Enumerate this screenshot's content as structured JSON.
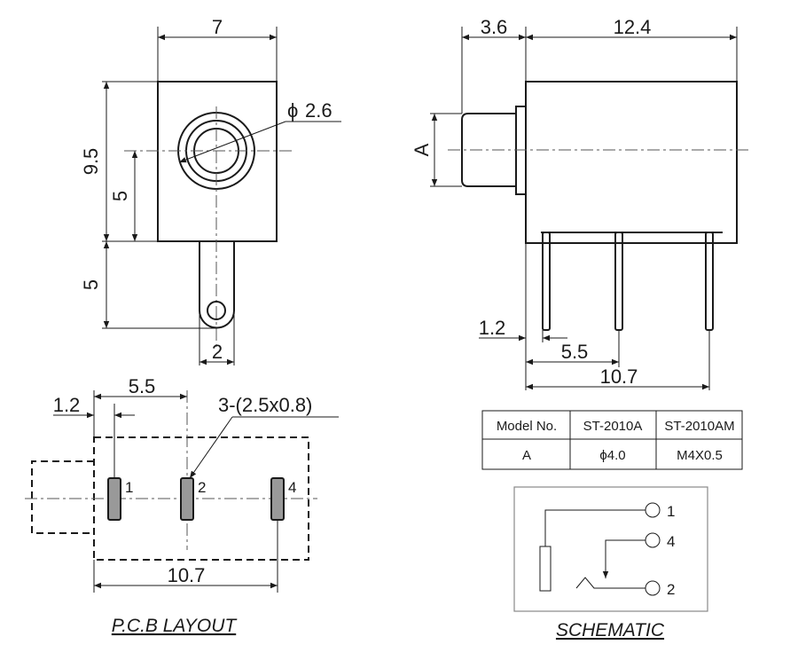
{
  "front_view": {
    "dims": {
      "width": "7",
      "height_total": "9.5",
      "height_center": "5",
      "tail_length": "5",
      "tail_width": "2",
      "hole_diameter": "2.6",
      "phi": "ϕ"
    }
  },
  "side_view": {
    "dims": {
      "barrel_length": "3.6",
      "body_length": "12.4",
      "a_label": "A",
      "pin_offset": "1.2",
      "pin_spacing": "5.5",
      "pin_span": "10.7"
    }
  },
  "pcb_layout": {
    "dims": {
      "pin_offset": "1.2",
      "pin_spacing": "5.5",
      "pad_note": "3-(2.5x0.8)",
      "span": "10.7"
    },
    "pin_labels": [
      "1",
      "2",
      "4"
    ],
    "caption": "P.C.B LAYOUT"
  },
  "model_table": {
    "headers": [
      "Model No.",
      "ST-2010A",
      "ST-2010AM"
    ],
    "row": [
      "A",
      "ϕ4.0",
      "M4X0.5"
    ]
  },
  "schematic": {
    "pin_labels": [
      "1",
      "4",
      "2"
    ],
    "caption": "SCHEMATIC"
  },
  "colors": {
    "line": "#1a1a1a",
    "pad_fill": "#999999",
    "box_border": "#888888"
  }
}
